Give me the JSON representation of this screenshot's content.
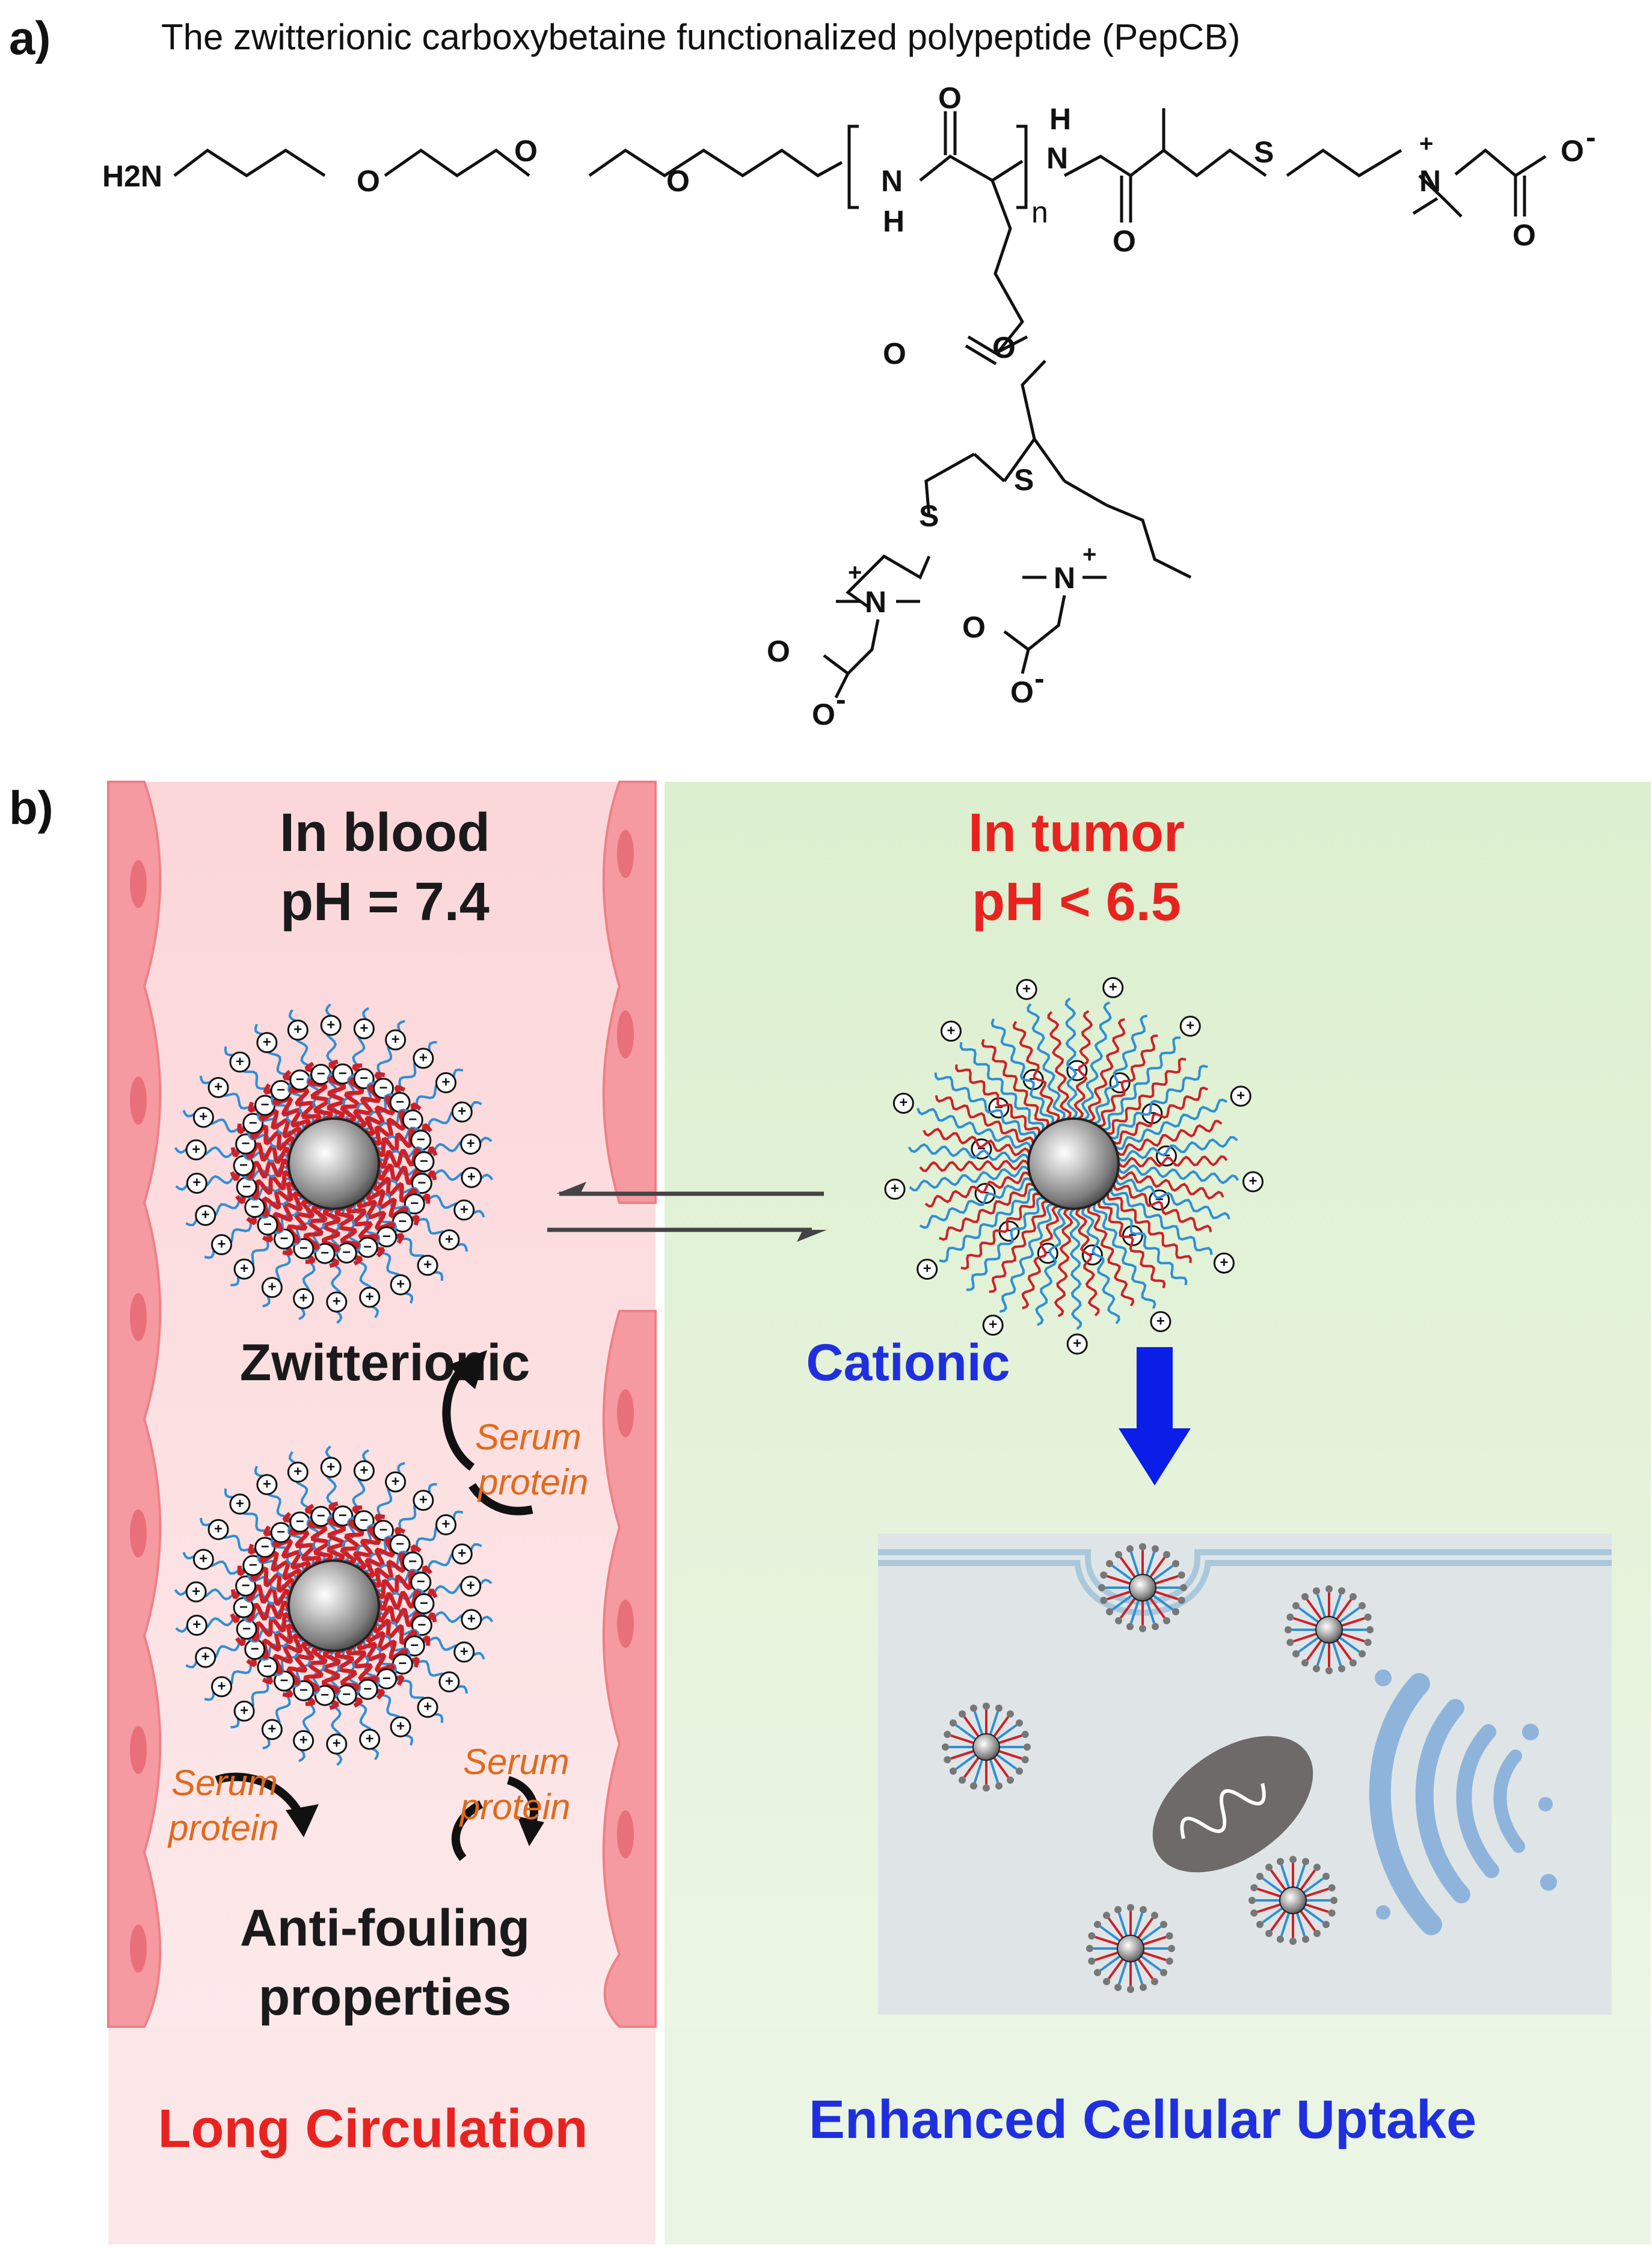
{
  "panel_a": {
    "label": "a)",
    "title": "The zwitterionic carboxybetaine functionalized polypeptide (PepCB)",
    "atoms": {
      "h2n": "H2N",
      "o_ether": "O",
      "o_carbonyl": "O",
      "n": "N",
      "h": "H",
      "nh": "N",
      "n_repeat": "n",
      "s": "S",
      "n_plus": "N",
      "plus": "+",
      "o_minus": "O",
      "minus": "-",
      "o": "O"
    }
  },
  "panel_b": {
    "label": "b)",
    "left": {
      "heading_line1": "In blood",
      "heading_line2": "pH = 7.4",
      "state_label": "Zwitterionic",
      "serum_protein_line1": "Serum",
      "serum_protein_line2": "protein",
      "property_line1": "Anti-fouling",
      "property_line2": "properties",
      "footer": "Long Circulation"
    },
    "right": {
      "heading_line1": "In tumor",
      "heading_line2": "pH < 6.5",
      "state_label": "Cationic",
      "footer": "Enhanced Cellular Uptake"
    },
    "charge_plus": "+",
    "charge_minus": "−"
  },
  "colors": {
    "blood_bg": "#fde4e6",
    "vessel_cells": "#f59aa0",
    "vessel_nucleus": "#e9707a",
    "tumor_bg": "#e6f3dd",
    "cell_bg": "#dfe5e6",
    "membrane": "#a9c8db",
    "red_text": "#e8231f",
    "blue_text": "#1f2fe0",
    "orange_text": "#e06a1c",
    "chain_blue": "#2e8fd6",
    "chain_red": "#cf2027",
    "arrow_blue": "#0a1ee8",
    "mitochondrion": "#6e6a69",
    "golgi": "#8fb4dc"
  }
}
